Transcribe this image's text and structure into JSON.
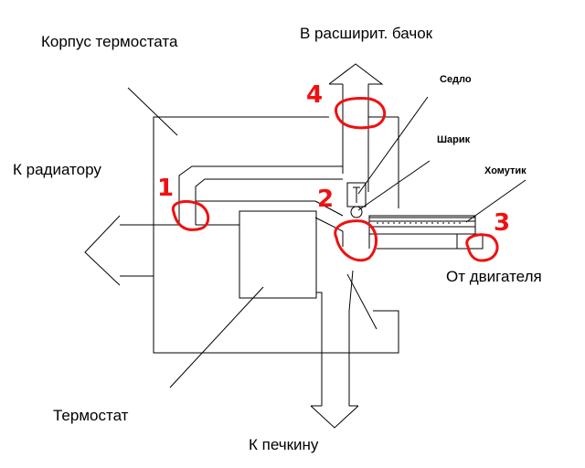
{
  "labels": {
    "housing": "Корпус термостата",
    "to_tank": "В расширит. бачок",
    "to_radiator": "К радиатору",
    "saddle": "Седло",
    "ball": "Шарик",
    "clamp": "Хомутик",
    "from_engine": "От двигателя",
    "thermostat": "Термостат",
    "to_heater": "К печкину"
  },
  "markers": [
    {
      "id": "1",
      "label": "1"
    },
    {
      "id": "2",
      "label": "2"
    },
    {
      "id": "3",
      "label": "3"
    },
    {
      "id": "4",
      "label": "4"
    }
  ],
  "colors": {
    "marker": "#ee1111",
    "line": "#000000",
    "background": "#ffffff"
  }
}
